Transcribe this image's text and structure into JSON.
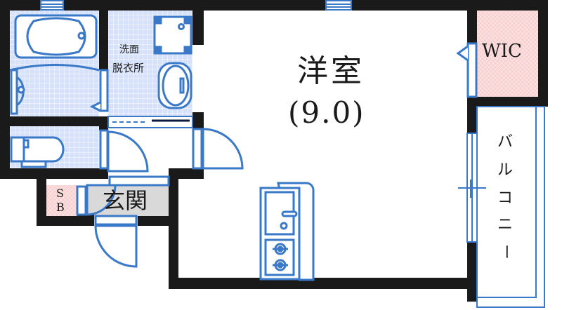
{
  "floorplan": {
    "rooms": {
      "western_room": {
        "name": "洋室",
        "size": "(9.0)"
      },
      "washroom": {
        "line1": "洗面",
        "line2": "脱衣所"
      },
      "wic": {
        "name": "WIC"
      },
      "entrance": {
        "name": "玄関"
      },
      "shoe_box": {
        "line1": "S",
        "line2": "B"
      },
      "balcony": {
        "chars": [
          "バ",
          "ル",
          "コ",
          "ニ",
          "ー"
        ]
      }
    },
    "colors": {
      "wall": "#1a1a1a",
      "fixture_blue": "#3a78c8",
      "tile_bg": "#d6e2fb",
      "tile_grid": "#ffffff",
      "storage_pink": "#f9d0d0",
      "entrance_gray": "#d9d9d9"
    }
  }
}
